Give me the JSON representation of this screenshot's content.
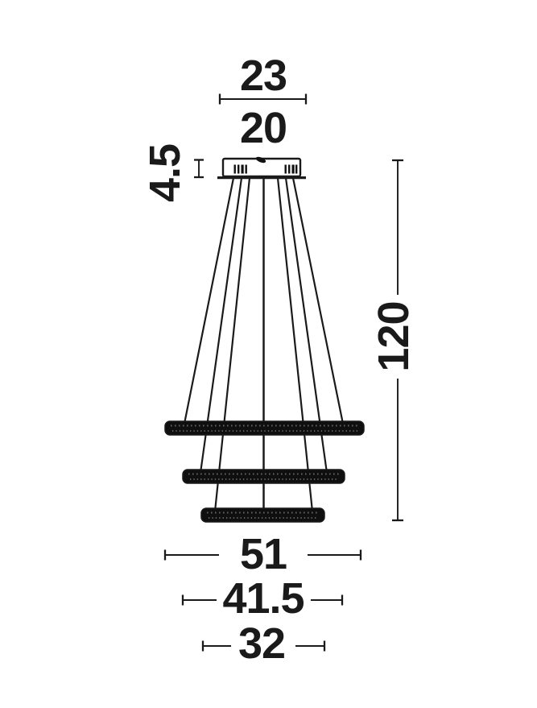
{
  "diagram": {
    "subject": "three-ring-pendant-chandelier-dimension-drawing",
    "dims": {
      "canopy_width_outer": "23",
      "canopy_width_inner": "20",
      "canopy_height": "4.5",
      "drop_height": "120",
      "ring_large": "51",
      "ring_medium": "41.5",
      "ring_small": "32"
    },
    "colors": {
      "ink": "#1a1a1a",
      "background": "#ffffff"
    }
  }
}
